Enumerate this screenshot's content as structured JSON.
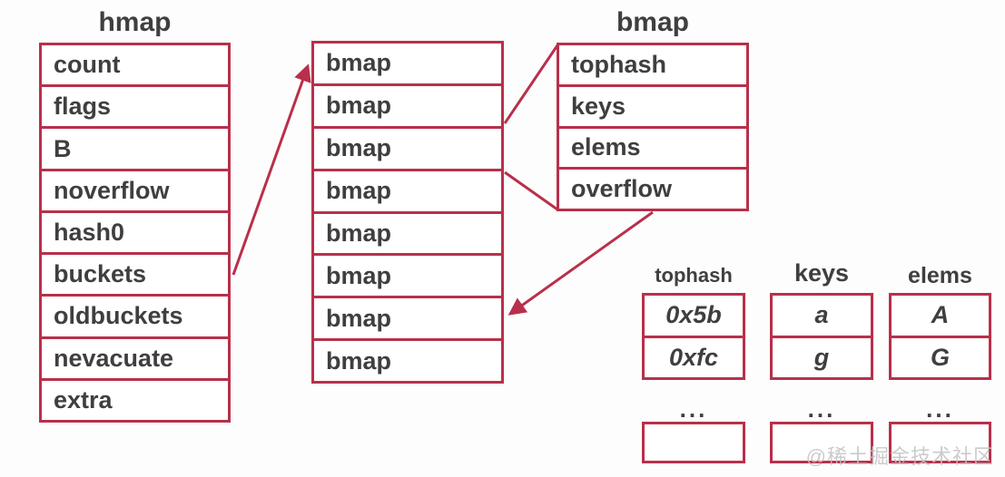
{
  "colors": {
    "border": "#b8304b",
    "text": "#3f3f3f",
    "watermark": "#c2c2c2"
  },
  "hmap": {
    "title": "hmap",
    "fields": [
      "count",
      "flags",
      "B",
      "noverflow",
      "hash0",
      "buckets",
      "oldbuckets",
      "nevacuate",
      "extra"
    ]
  },
  "buckets_array": {
    "cells": [
      "bmap",
      "bmap",
      "bmap",
      "bmap",
      "bmap",
      "bmap",
      "bmap",
      "bmap"
    ]
  },
  "bmap_struct": {
    "title": "bmap",
    "fields": [
      "tophash",
      "keys",
      "elems",
      "overflow"
    ]
  },
  "bucket_detail": {
    "tophash": {
      "header": "tophash",
      "values": [
        "0x5b",
        "0xfc"
      ],
      "ellipsis": "..."
    },
    "keys": {
      "header": "keys",
      "values": [
        "a",
        "g"
      ],
      "ellipsis": "..."
    },
    "elems": {
      "header": "elems",
      "values": [
        "A",
        "G"
      ],
      "ellipsis": "..."
    }
  },
  "watermark": "@稀土掘金技术社区"
}
